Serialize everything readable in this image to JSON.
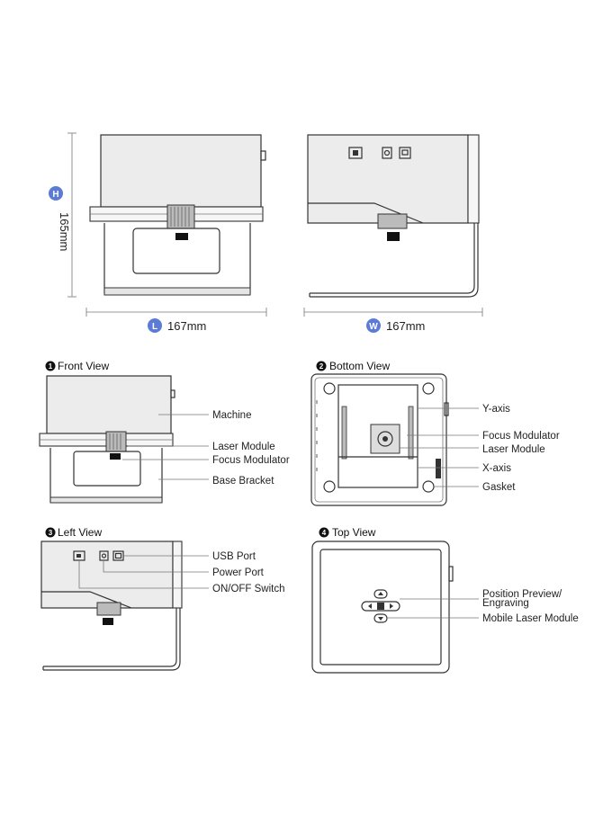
{
  "colors": {
    "badge": "#5b7bd5",
    "line": "#333333"
  },
  "dimensions": {
    "height": {
      "badge": "H",
      "value": "165mm"
    },
    "length": {
      "badge": "L",
      "value": "167mm"
    },
    "width": {
      "badge": "W",
      "value": "167mm"
    }
  },
  "views": {
    "front": {
      "number": "1",
      "title": "Front View",
      "labels": [
        "Machine",
        "Laser Module",
        "Focus Modulator",
        "Base Bracket"
      ]
    },
    "bottom": {
      "number": "2",
      "title": "Bottom View",
      "labels": [
        "Y-axis",
        "Focus Modulator",
        "Laser Module",
        "X-axis",
        "Gasket"
      ]
    },
    "left": {
      "number": "3",
      "title": "Left View",
      "labels": [
        "USB Port",
        "Power Port",
        "ON/OFF Switch"
      ]
    },
    "top": {
      "number": "4",
      "title": "Top View",
      "labels": [
        "Position Preview/",
        "Engraving",
        "Mobile Laser Module"
      ]
    }
  }
}
